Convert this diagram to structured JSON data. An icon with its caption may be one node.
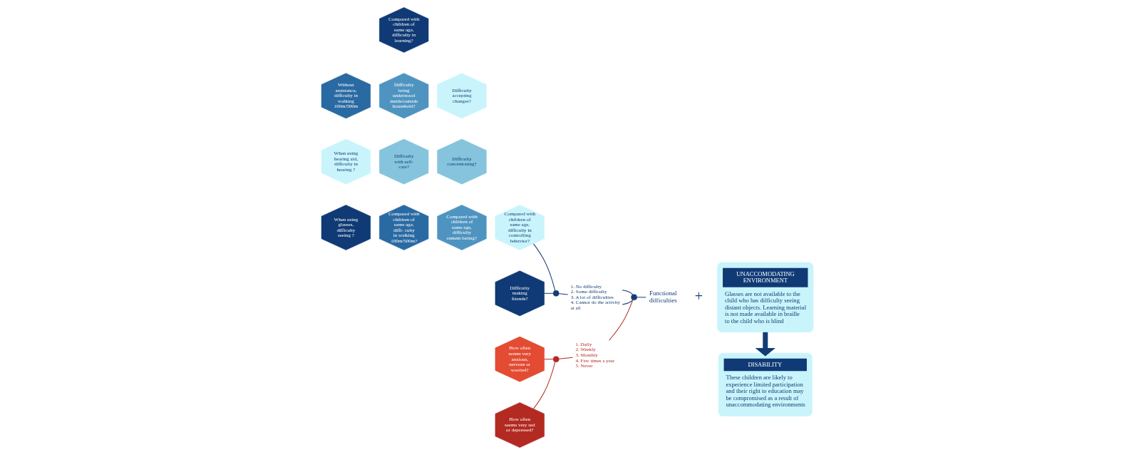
{
  "diagram": {
    "nodes": [
      {
        "text": [
          "When using glasses, difficulty seeing ?"
        ]
      },
      {
        "text": [
          "When using hearing aid, difficulty in hearing ?"
        ]
      },
      {
        "text": [
          "Without assistance, difficulty in walking 100m/500m"
        ]
      },
      {
        "text": [
          "Compared with children of same age, diffi- culty in walking 100m/500m?"
        ]
      },
      {
        "text": [
          "Difficulty with self-care?"
        ]
      },
      {
        "text": [
          "Difficulty being understood inside/outside household?"
        ]
      },
      {
        "text": [
          "Compared with children of same age, difficulty in learning?"
        ]
      },
      {
        "text": [
          "Compared with children of same age, difficulty remem bering?"
        ]
      },
      {
        "text": [
          "Difficulty concentrating?"
        ]
      },
      {
        "text": [
          "Difficulty accepting changes?"
        ]
      },
      {
        "text": [
          "Compared with children of same age, difficulty in controlling behavior?"
        ]
      },
      {
        "text": [
          "Difficulty making friends?"
        ]
      },
      {
        "text": [
          "How often seems very anxious, nervous or worried?"
        ]
      },
      {
        "text": [
          "How often seems very sad or depressed?"
        ]
      },
      {
        "text": [],
        "shape": "circle"
      },
      {
        "text": [
          "1. No difficulty",
          "2. Some difficulty",
          "3. A lot of difficulties",
          "4. Cannot do the activity at all"
        ]
      },
      {
        "text": [],
        "shape": "circle"
      },
      {
        "text": [
          "1. Daily",
          "2. Weekly",
          "3. Monthly",
          "4. Few times a year",
          "5. Never"
        ]
      },
      {
        "text": [],
        "shape": "circle"
      },
      {
        "text": [
          "Functional difficulties"
        ]
      },
      {
        "text": [
          "UNACCOMODATING ENVIRONMENT",
          "Glasses are not available to the child who has difficulty seeing distant objects. Learning material is not made available in braille to the child who is blind"
        ]
      },
      {
        "text": [
          "DISABILITY",
          "These children are likely to experience limited participation and their right to education may be compromised as a result of unaccommodating environments"
        ]
      }
    ],
    "edges": [
      {
        "from": 10,
        "to": 14,
        "arrow": "none"
      },
      {
        "from": 11,
        "to": 14,
        "arrow": "none"
      },
      {
        "from": 14,
        "to": 15,
        "arrow": "none"
      },
      {
        "from": 12,
        "to": 16,
        "arrow": "none",
        "color": "#b22a22"
      },
      {
        "from": 13,
        "to": 16,
        "arrow": "none",
        "color": "#b22a22"
      },
      {
        "from": 16,
        "to": 17,
        "arrow": "none",
        "color": "#b22a22"
      },
      {
        "from": 15,
        "to": 18,
        "arrow": "none"
      },
      {
        "from": 15,
        "to": 18,
        "arrow": "none"
      },
      {
        "from": 17,
        "to": 18,
        "arrow": "none",
        "color": "#b22a22"
      },
      {
        "from": 18,
        "to": 19,
        "arrow": "none"
      },
      {
        "from": 20,
        "to": 21,
        "arrow": "to",
        "style": "thick"
      }
    ],
    "labels": [
      "+"
    ]
  }
}
